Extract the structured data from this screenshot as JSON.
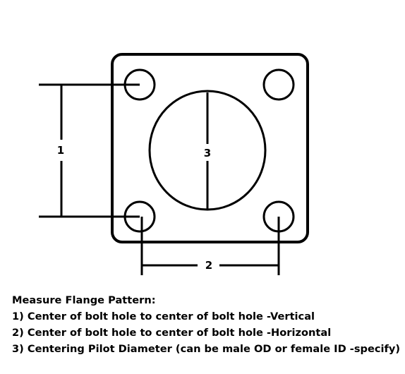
{
  "diagram": {
    "dimension_labels": [
      "1",
      "2",
      "3"
    ],
    "stroke_color": "#000000",
    "background_color": "#ffffff"
  },
  "notes": {
    "heading": "Measure Flange Pattern:",
    "items": [
      "1) Center of bolt hole to center of bolt hole -Vertical",
      "2) Center of bolt hole to center of bolt hole -Horizontal",
      "3) Centering Pilot Diameter  (can be male OD or female ID -specify)"
    ]
  }
}
